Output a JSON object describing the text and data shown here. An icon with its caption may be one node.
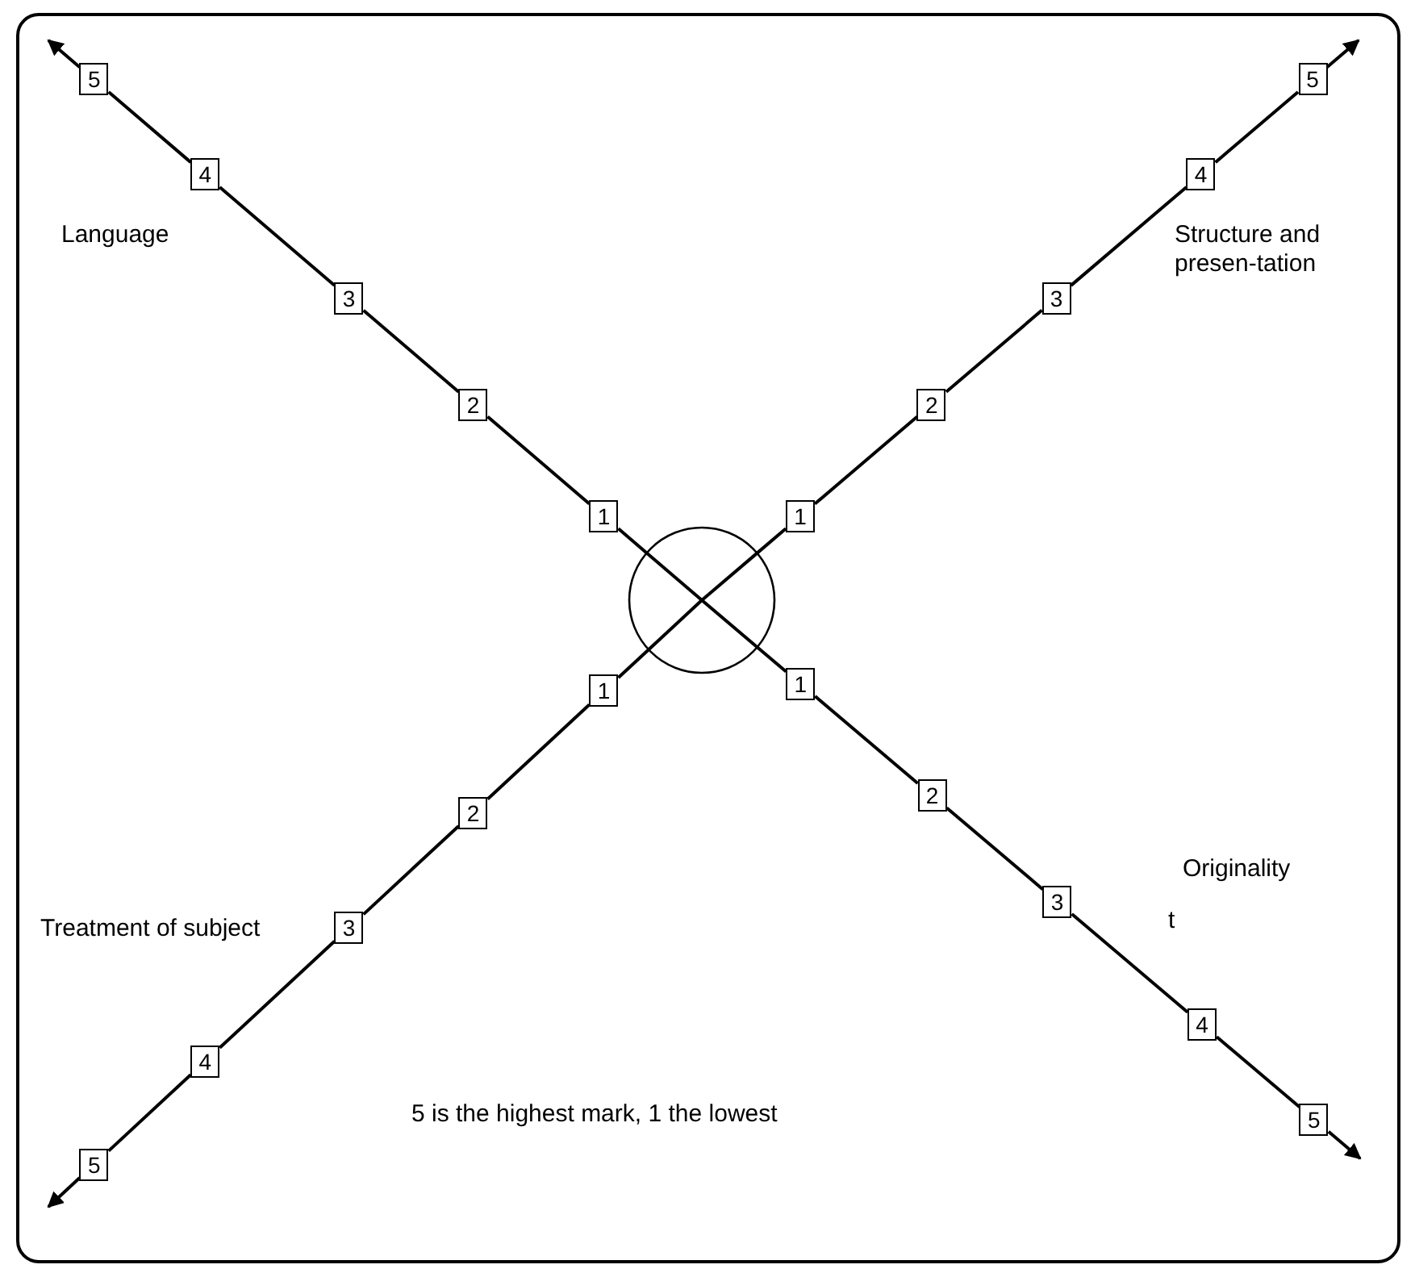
{
  "diagram": {
    "nodes": [
      {
        "text": [],
        "shape": "circle"
      },
      {
        "text": [
          "1"
        ]
      },
      {
        "text": [
          "2"
        ]
      },
      {
        "text": [
          "3"
        ]
      },
      {
        "text": [
          "4"
        ]
      },
      {
        "text": [
          "5"
        ]
      },
      {
        "text": [
          "1"
        ]
      },
      {
        "text": [
          "2"
        ]
      },
      {
        "text": [
          "3"
        ]
      },
      {
        "text": [
          "4"
        ]
      },
      {
        "text": [
          "5"
        ]
      },
      {
        "text": [
          "1"
        ]
      },
      {
        "text": [
          "2"
        ]
      },
      {
        "text": [
          "3"
        ]
      },
      {
        "text": [
          "4"
        ]
      },
      {
        "text": [
          "5"
        ]
      },
      {
        "text": [
          "1"
        ]
      },
      {
        "text": [
          "2"
        ]
      },
      {
        "text": [
          "3"
        ]
      },
      {
        "text": [
          "4"
        ]
      },
      {
        "text": [
          "5"
        ]
      }
    ],
    "edges": [
      {
        "from": 0,
        "to": 1,
        "arrow": "none"
      },
      {
        "from": 1,
        "to": 2,
        "arrow": "none"
      },
      {
        "from": 2,
        "to": 3,
        "arrow": "none"
      },
      {
        "from": 3,
        "to": 4,
        "arrow": "none"
      },
      {
        "from": 4,
        "to": 5,
        "arrow": "none"
      },
      {
        "from": 5,
        "to": null,
        "arrow": "to"
      },
      {
        "from": 0,
        "to": 6,
        "arrow": "none"
      },
      {
        "from": 6,
        "to": 7,
        "arrow": "none"
      },
      {
        "from": 7,
        "to": 8,
        "arrow": "none"
      },
      {
        "from": 8,
        "to": 9,
        "arrow": "none"
      },
      {
        "from": 9,
        "to": 10,
        "arrow": "none"
      },
      {
        "from": 10,
        "to": null,
        "arrow": "to"
      },
      {
        "from": 0,
        "to": 11,
        "arrow": "none"
      },
      {
        "from": 11,
        "to": 12,
        "arrow": "none"
      },
      {
        "from": 12,
        "to": 13,
        "arrow": "none"
      },
      {
        "from": 13,
        "to": 14,
        "arrow": "none"
      },
      {
        "from": 14,
        "to": 15,
        "arrow": "none"
      },
      {
        "from": 15,
        "to": null,
        "arrow": "to"
      },
      {
        "from": 0,
        "to": 16,
        "arrow": "none"
      },
      {
        "from": 16,
        "to": 17,
        "arrow": "none"
      },
      {
        "from": 17,
        "to": 18,
        "arrow": "none"
      },
      {
        "from": 18,
        "to": 19,
        "arrow": "none"
      },
      {
        "from": 19,
        "to": 20,
        "arrow": "none"
      },
      {
        "from": 20,
        "to": null,
        "arrow": "to"
      }
    ],
    "labels": [
      "Language",
      "Structure and presen-tation",
      "Originality",
      "t",
      "Treatment of subject",
      "5 is the highest mark, 1 the lowest"
    ]
  }
}
